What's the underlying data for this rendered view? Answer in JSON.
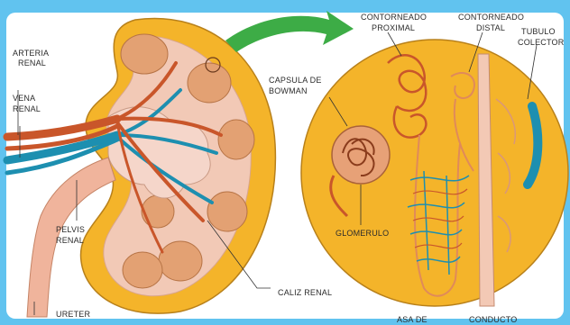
{
  "colors": {
    "frame": "#61c3ef",
    "panel": "#ffffff",
    "cortex": "#f4b42a",
    "medulla": "#f2c9b6",
    "artery": "#c9562a",
    "vein": "#1d8fb0",
    "ureter": "#f0b49c",
    "arrow": "#3dac46"
  },
  "labels": {
    "renal_artery": [
      "ARTERIA",
      "RENAL"
    ],
    "renal_vein": [
      "VENA",
      "RENAL"
    ],
    "renal_pelvis": [
      "PELVIS",
      "RENAL"
    ],
    "ureter": "URETER",
    "calyx": "CALIZ RENAL",
    "bowman_capsule": [
      "CAPSULA DE",
      "BOWMAN"
    ],
    "proximal_tubule": [
      "CONTORNEADO",
      "PROXIMAL"
    ],
    "distal_tubule": [
      "CONTORNEADO",
      "DISTAL"
    ],
    "collecting_tube": [
      "TUBULO",
      "COLECTOR"
    ],
    "glomerulus": "GLOMERULO",
    "loop_bottom": "ASA DE",
    "collecting_bottom": "CONDUCTO"
  }
}
